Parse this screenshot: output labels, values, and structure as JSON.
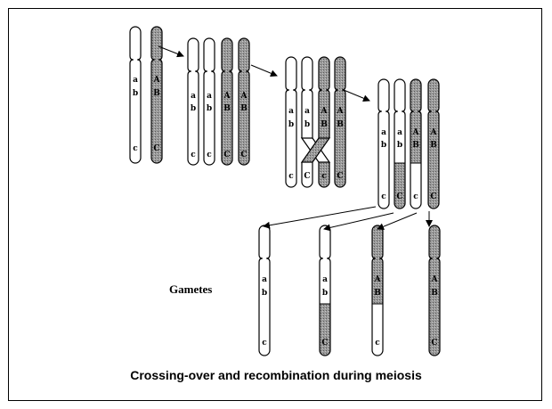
{
  "caption": "Crossing-over and recombination  during meiosis",
  "gametes_label": "Gametes",
  "colors": {
    "shaded": "#9a9a9a",
    "plain": "#ffffff",
    "outline": "#000000"
  },
  "groups": [
    {
      "name": "parental-pair",
      "chromosomes": [
        {
          "fill": "plain",
          "letters": [
            "a",
            "b",
            "c"
          ]
        },
        {
          "fill": "shaded",
          "letters": [
            "A",
            "B",
            "C"
          ]
        }
      ]
    },
    {
      "name": "replicated-pair",
      "chromosomes": [
        {
          "fill": "plain",
          "letters": [
            "a",
            "b",
            "c"
          ]
        },
        {
          "fill": "plain",
          "letters": [
            "a",
            "b",
            "c"
          ]
        },
        {
          "fill": "shaded",
          "letters": [
            "A",
            "B",
            "C"
          ]
        },
        {
          "fill": "shaded",
          "letters": [
            "A",
            "B",
            "C"
          ]
        }
      ]
    },
    {
      "name": "crossing-over",
      "chromosomes": [
        {
          "fill": "plain",
          "letters": [
            "a",
            "b",
            "c"
          ]
        },
        {
          "fill": "plain",
          "letters": [
            "a",
            "b",
            "C"
          ]
        },
        {
          "fill": "shaded",
          "letters": [
            "A",
            "B",
            "c"
          ]
        },
        {
          "fill": "shaded",
          "letters": [
            "A",
            "B",
            "C"
          ]
        }
      ]
    },
    {
      "name": "recombined",
      "chromosomes": [
        {
          "fill": "plain",
          "letters": [
            "a",
            "b",
            "c"
          ]
        },
        {
          "fill": "split-plain-top",
          "letters": [
            "a",
            "b",
            "C"
          ]
        },
        {
          "fill": "split-shaded-top",
          "letters": [
            "A",
            "B",
            "c"
          ]
        },
        {
          "fill": "shaded",
          "letters": [
            "A",
            "B",
            "C"
          ]
        }
      ]
    },
    {
      "name": "gametes",
      "chromosomes": [
        {
          "fill": "plain",
          "letters": [
            "a",
            "b",
            "c"
          ]
        },
        {
          "fill": "split-plain-top",
          "letters": [
            "a",
            "b",
            "C"
          ]
        },
        {
          "fill": "split-shaded-top",
          "letters": [
            "A",
            "B",
            "c"
          ]
        },
        {
          "fill": "shaded",
          "letters": [
            "A",
            "B",
            "C"
          ]
        }
      ]
    }
  ]
}
